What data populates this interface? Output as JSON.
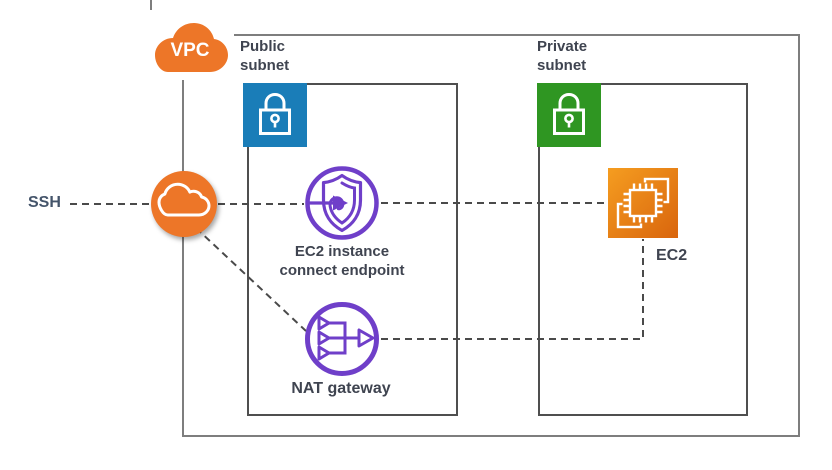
{
  "colors": {
    "orange": "#ED7628",
    "purple": "#6F3FC9",
    "blue": "#1A7DB8",
    "green": "#2F9622",
    "ec2_gradient_start": "#F59D20",
    "ec2_gradient_end": "#D9650D",
    "line": "#4A4A4A",
    "border_outer": "#7E7E7E",
    "border_subnet": "#4F4F4F",
    "label_text": "#3F4450",
    "ssh_text": "#44546A",
    "icon_glyph": "#FFFFFF"
  },
  "labels": {
    "vpc": "VPC",
    "ssh": "SSH",
    "public_subnet": "Public\nsubnet",
    "private_subnet": "Private\nsubnet",
    "endpoint": "EC2 instance\nconnect endpoint",
    "nat": "NAT gateway",
    "ec2": "EC2"
  },
  "icons": {
    "vpc_cloud": "vpc-cloud-icon",
    "internet_gateway": "internet-gateway-cloud-icon",
    "public_subnet_lock": "public-subnet-lock-icon",
    "private_subnet_lock": "private-subnet-lock-icon",
    "endpoint": "ec2-instance-connect-endpoint-shield-icon",
    "nat": "nat-gateway-merge-arrows-icon",
    "ec2": "ec2-instance-chip-icon"
  },
  "connections": [
    {
      "from": "ssh-label",
      "to": "internet-gateway",
      "style": "dashed"
    },
    {
      "from": "internet-gateway",
      "to": "ec2-instance-connect-endpoint",
      "style": "dashed"
    },
    {
      "from": "ec2-instance-connect-endpoint",
      "to": "ec2-instance",
      "style": "dashed"
    },
    {
      "from": "internet-gateway",
      "to": "nat-gateway",
      "style": "dashed"
    },
    {
      "from": "nat-gateway",
      "to": "ec2-instance",
      "style": "dashed"
    }
  ]
}
